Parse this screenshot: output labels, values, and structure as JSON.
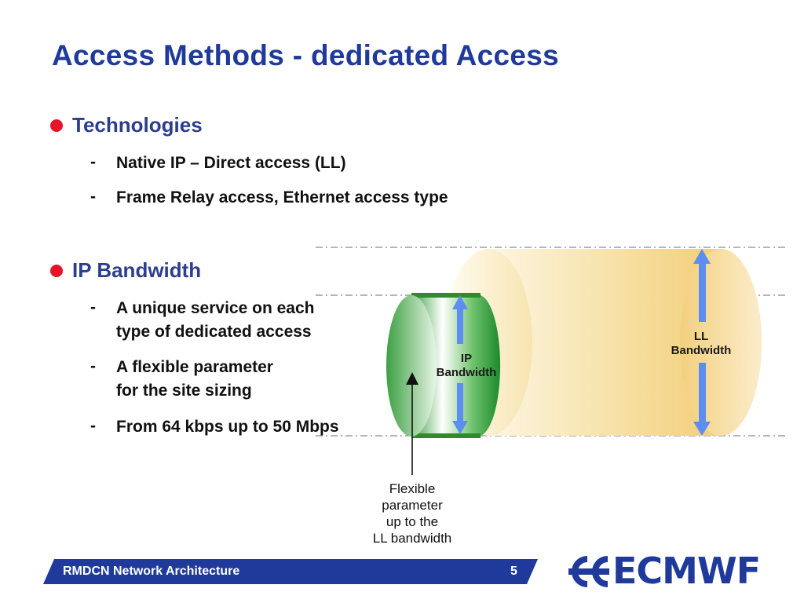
{
  "title": "Access Methods - dedicated Access",
  "bullets": [
    {
      "label": "Technologies",
      "items": [
        {
          "lines": [
            "Native IP – Direct access (LL)"
          ]
        },
        {
          "lines": [
            "Frame Relay access, Ethernet access type"
          ]
        }
      ]
    },
    {
      "label": "IP Bandwidth",
      "items": [
        {
          "lines": [
            "A unique service on each",
            "type of dedicated access"
          ]
        },
        {
          "lines": [
            "A flexible parameter",
            "for the site sizing"
          ]
        },
        {
          "lines": [
            "From 64 kbps up to 50 Mbps"
          ]
        }
      ]
    }
  ],
  "dash": "-",
  "diagram": {
    "ip_label_line1": "IP",
    "ip_label_line2": "Bandwidth",
    "ll_label_line1": "LL",
    "ll_label_line2": "Bandwidth",
    "note_lines": [
      "Flexible",
      "parameter",
      "up to the",
      "LL bandwidth"
    ],
    "colors": {
      "outer_pipe": "#f2cf7a",
      "inner_pipe": "#2e9a3a",
      "arrow": "#5b8ef0",
      "dashed_line": "#8a8a8a"
    }
  },
  "footer": {
    "title": "RMDCN Network Architecture",
    "page": "5",
    "logo": "ECMWF",
    "bar_color": "#1f3a9a"
  },
  "colors": {
    "title": "#1f3a9a",
    "bullet_dot": "#e8132a"
  }
}
